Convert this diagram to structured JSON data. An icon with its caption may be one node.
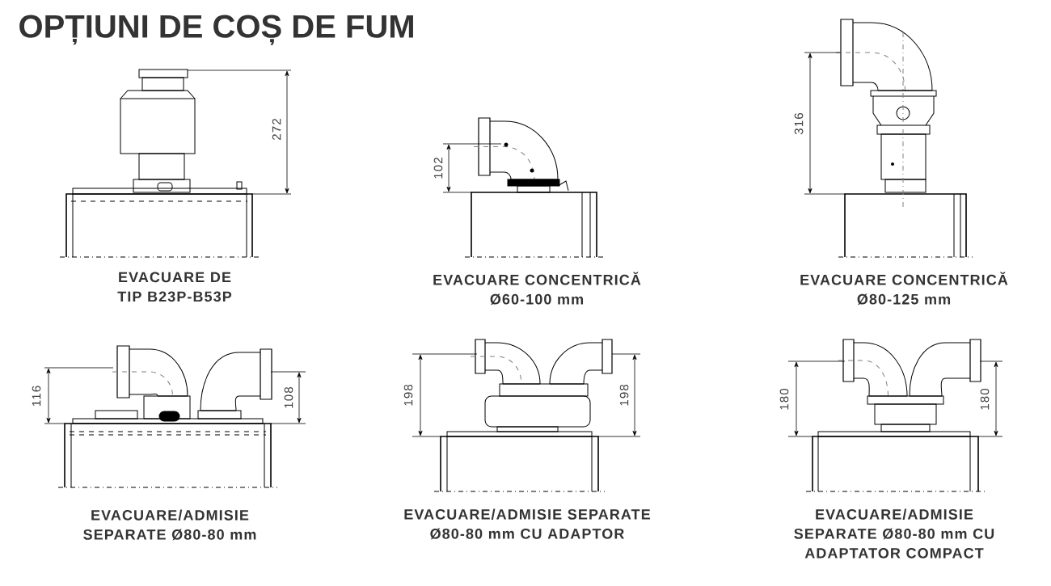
{
  "diagram": {
    "title": "OPȚIUNI DE COȘ DE FUM",
    "labels": [
      "272",
      "102",
      "316",
      "EVACUARE DE TIP B23P-B53P",
      "EVACUARE CONCENTRICĂ Ø60-100 mm",
      "EVACUARE CONCENTRICĂ Ø80-125 mm",
      "116",
      "108",
      "198",
      "198",
      "180",
      "180",
      "EVACUARE/ADMISIE SEPARATE Ø80-80 mm",
      "EVACUARE/ADMISIE SEPARATE Ø80-80 mm CU ADAPTOR",
      "EVACUARE/ADMISIE SEPARATE Ø80-80 mm CU ADAPTATOR COMPACT"
    ]
  }
}
